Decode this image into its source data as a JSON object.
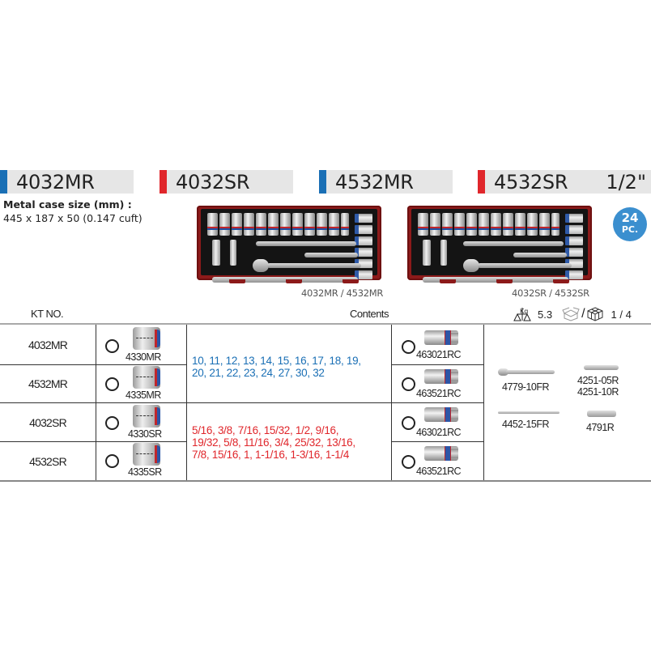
{
  "header": {
    "models": [
      {
        "label": "4032MR",
        "accent": "#1a6fb5"
      },
      {
        "label": "4032SR",
        "accent": "#e0262b"
      },
      {
        "label": "4532MR",
        "accent": "#1a6fb5"
      },
      {
        "label": "4532SR",
        "accent": "#e0262b"
      }
    ],
    "drive_size": "1/2\""
  },
  "case_info": {
    "line1": "Metal case size (mm) :",
    "line2": "445 x 187 x 50 (0.147 cuft)"
  },
  "images": [
    {
      "caption": "4032MR / 4532MR"
    },
    {
      "caption": "4032SR / 4532SR"
    }
  ],
  "badge": {
    "count": "24",
    "unit": "PC.",
    "color": "#3b8fcf"
  },
  "table": {
    "headers": {
      "kt_no": "KT NO.",
      "contents": "Contents"
    },
    "stats": {
      "weight": "5.3",
      "packing": "1 / 4"
    },
    "rows": [
      {
        "kt": "4032MR",
        "socket": "4330MR",
        "long_socket": "463021RC"
      },
      {
        "kt": "4532MR",
        "socket": "4335MR",
        "long_socket": "463521RC"
      },
      {
        "kt": "4032SR",
        "socket": "4330SR",
        "long_socket": "463021RC"
      },
      {
        "kt": "4532SR",
        "socket": "4335SR",
        "long_socket": "463521RC"
      }
    ],
    "metric_sizes": {
      "line1": "10, 11, 12, 13, 14, 15, 16, 17, 18, 19,",
      "line2": "20, 21, 22, 23, 24, 27, 30, 32"
    },
    "sae_sizes": {
      "line1": "5/16, 3/8, 7/16, 15/32, 1/2, 9/16,",
      "line2": "19/32, 5/8, 11/16, 3/4, 25/32, 13/16,",
      "line3": "7/8, 15/16, 1, 1-1/16, 1-3/16, 1-1/4"
    },
    "accessories": {
      "ratchet": "4779-10FR",
      "ext_short": "4251-05R",
      "ext_long": "4251-10R",
      "flex_handle": "4452-15FR",
      "universal_joint": "4791R"
    }
  }
}
